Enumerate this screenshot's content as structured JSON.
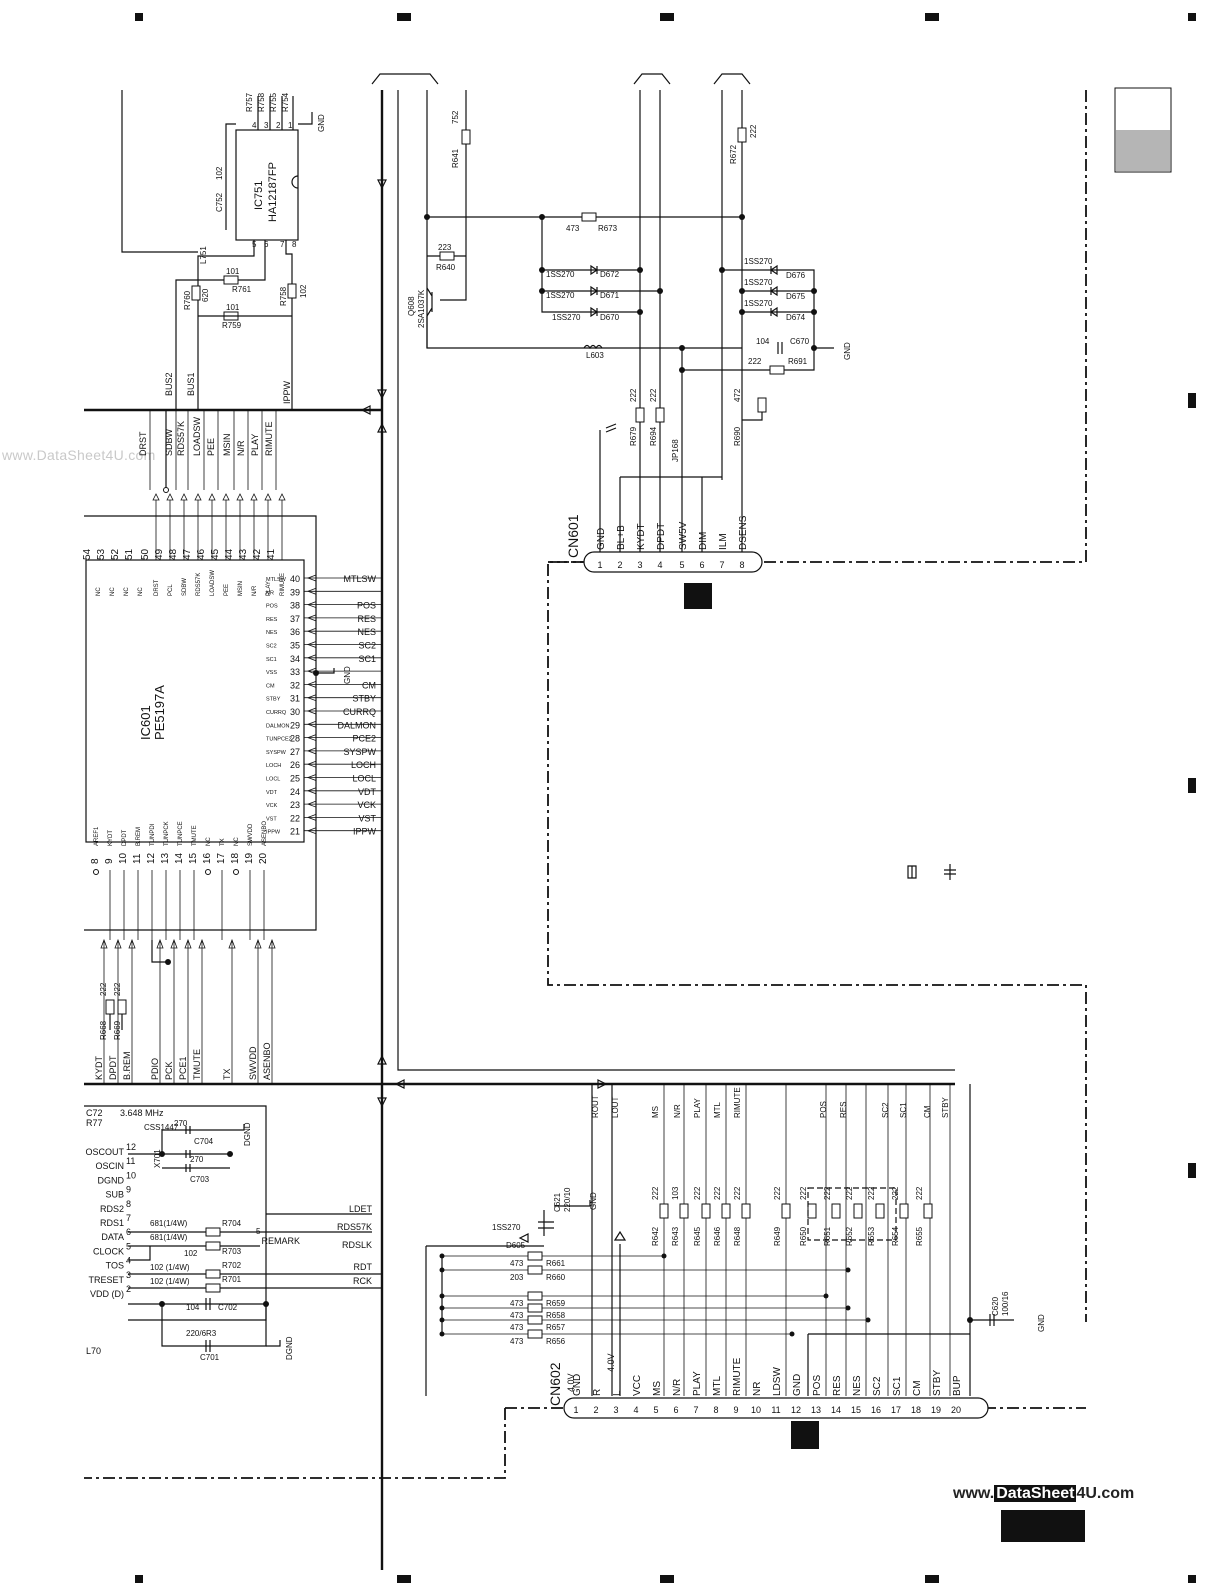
{
  "ic601": {
    "ref": "IC601",
    "part": "PE5197A",
    "pins_top": [
      {
        "n": "54",
        "name": "NC"
      },
      {
        "n": "53",
        "name": "NC"
      },
      {
        "n": "52",
        "name": "NC"
      },
      {
        "n": "51",
        "name": "NC"
      },
      {
        "n": "50",
        "name": "DRST"
      },
      {
        "n": "49",
        "name": "PCL"
      },
      {
        "n": "48",
        "name": "SDBW"
      },
      {
        "n": "47",
        "name": "RDS57K"
      },
      {
        "n": "46",
        "name": "LOADSW"
      },
      {
        "n": "45",
        "name": "PEE"
      },
      {
        "n": "44",
        "name": "MSIN"
      },
      {
        "n": "43",
        "name": "N/R"
      },
      {
        "n": "42",
        "name": "PLAY"
      },
      {
        "n": "41",
        "name": "RIMUTE"
      }
    ],
    "pins_right": [
      {
        "n": "40",
        "name": "MTLSW",
        "net": "MTLSW"
      },
      {
        "n": "39",
        "name": "NR",
        "net": ""
      },
      {
        "n": "38",
        "name": "POS",
        "net": "POS"
      },
      {
        "n": "37",
        "name": "RES",
        "net": "RES"
      },
      {
        "n": "36",
        "name": "NES",
        "net": "NES"
      },
      {
        "n": "35",
        "name": "SC2",
        "net": "SC2"
      },
      {
        "n": "34",
        "name": "SC1",
        "net": "SC1"
      },
      {
        "n": "33",
        "name": "VSS",
        "net": ""
      },
      {
        "n": "32",
        "name": "CM",
        "net": "CM"
      },
      {
        "n": "31",
        "name": "STBY",
        "net": "STBY"
      },
      {
        "n": "30",
        "name": "CURRQ",
        "net": "CURRQ"
      },
      {
        "n": "29",
        "name": "DALMON",
        "net": "DALMON"
      },
      {
        "n": "28",
        "name": "TUNPCE2",
        "net": "PCE2"
      },
      {
        "n": "27",
        "name": "SYSPW",
        "net": "SYSPW"
      },
      {
        "n": "26",
        "name": "LOCH",
        "net": "LOCH"
      },
      {
        "n": "25",
        "name": "LOCL",
        "net": "LOCL"
      },
      {
        "n": "24",
        "name": "VDT",
        "net": "VDT"
      },
      {
        "n": "23",
        "name": "VCK",
        "net": "VCK"
      },
      {
        "n": "22",
        "name": "VST",
        "net": "VST"
      },
      {
        "n": "21",
        "name": "IPPW",
        "net": "IPPW"
      }
    ],
    "pins_bottom": [
      {
        "n": "8",
        "name": "AREF1"
      },
      {
        "n": "9",
        "name": "KYDT"
      },
      {
        "n": "10",
        "name": "DPDT"
      },
      {
        "n": "11",
        "name": "B.REM"
      },
      {
        "n": "12",
        "name": "TUNPDI"
      },
      {
        "n": "13",
        "name": "TUNPCK"
      },
      {
        "n": "14",
        "name": "TUNPCE"
      },
      {
        "n": "15",
        "name": "TMUTE"
      },
      {
        "n": "16",
        "name": "NC"
      },
      {
        "n": "17",
        "name": "TX"
      },
      {
        "n": "18",
        "name": "NC"
      },
      {
        "n": "19",
        "name": "SWVDD"
      },
      {
        "n": "20",
        "name": "ASENBO"
      }
    ]
  },
  "bus_top_labels": [
    "DRST",
    "SDBW",
    "RDS57K",
    "LOADSW",
    "PEE",
    "MSIN",
    "N/R",
    "PLAY",
    "RIMUTE"
  ],
  "bus_lower_labels": [
    "KYDT",
    "DPDT",
    "B.REM",
    "PDIO",
    "PCK",
    "PCE1",
    "TMUTE",
    "TX",
    "SWVDD",
    "ASENBO"
  ],
  "ic751": {
    "ref": "IC751",
    "part": "HA12187FP"
  },
  "top_parts": [
    {
      "ref": "R757"
    },
    {
      "ref": "R758"
    },
    {
      "ref": "R755"
    },
    {
      "ref": "R754"
    },
    {
      "ref": "C752",
      "val": "102"
    },
    {
      "ref": "L751"
    },
    {
      "ref": "R761",
      "val": "101"
    },
    {
      "ref": "R760",
      "val": "620"
    },
    {
      "ref": "R759",
      "val": "101"
    },
    {
      "ref": "R758",
      "val": "102"
    },
    {
      "ref": "R641",
      "val": "752"
    },
    {
      "ref": "R640",
      "val": "223"
    },
    {
      "ref": "Q608",
      "val": "2SA1037K"
    },
    {
      "ref": "L603"
    },
    {
      "ref": "R673",
      "val": "473"
    },
    {
      "ref": "R672",
      "val": "222"
    },
    {
      "ref": "C670",
      "val": "104"
    },
    {
      "ref": "R691",
      "val": "222"
    },
    {
      "ref": "R679",
      "val": "222"
    },
    {
      "ref": "R694",
      "val": "222"
    },
    {
      "ref": "JP168"
    },
    {
      "ref": "R690",
      "val": "472"
    }
  ],
  "bus_names": [
    "BUS2",
    "BUS1",
    "IPPW"
  ],
  "gnd_label": "GND",
  "dgnd_label": "DGND",
  "diodes": [
    {
      "ref": "D672",
      "val": "1SS270"
    },
    {
      "ref": "D671",
      "val": "1SS270"
    },
    {
      "ref": "D670",
      "val": "1SS270"
    },
    {
      "ref": "D676",
      "val": "1SS270"
    },
    {
      "ref": "D675",
      "val": "1SS270"
    },
    {
      "ref": "D674",
      "val": "1SS270"
    }
  ],
  "cn601": {
    "ref": "CN601",
    "pins": [
      {
        "n": "1",
        "name": "GND"
      },
      {
        "n": "2",
        "name": "BL+B"
      },
      {
        "n": "3",
        "name": "KYDT"
      },
      {
        "n": "4",
        "name": "DPDT"
      },
      {
        "n": "5",
        "name": "SW5V"
      },
      {
        "n": "6",
        "name": "DIM"
      },
      {
        "n": "7",
        "name": "ILM"
      },
      {
        "n": "8",
        "name": "DSENS"
      }
    ]
  },
  "cn602": {
    "ref": "CN602",
    "pins": [
      {
        "n": "1",
        "name": "GND"
      },
      {
        "n": "2",
        "name": "R"
      },
      {
        "n": "3",
        "name": "L"
      },
      {
        "n": "4",
        "name": "VCC"
      },
      {
        "n": "5",
        "name": "MS"
      },
      {
        "n": "6",
        "name": "N/R"
      },
      {
        "n": "7",
        "name": "PLAY"
      },
      {
        "n": "8",
        "name": "MTL"
      },
      {
        "n": "9",
        "name": "RIMUTE"
      },
      {
        "n": "10",
        "name": "NR"
      },
      {
        "n": "11",
        "name": "LDSW"
      },
      {
        "n": "12",
        "name": "GND"
      },
      {
        "n": "13",
        "name": "POS"
      },
      {
        "n": "14",
        "name": "RES"
      },
      {
        "n": "15",
        "name": "NES"
      },
      {
        "n": "16",
        "name": "SC2"
      },
      {
        "n": "17",
        "name": "SC1"
      },
      {
        "n": "18",
        "name": "CM"
      },
      {
        "n": "19",
        "name": "STBY"
      },
      {
        "n": "20",
        "name": "BUP"
      }
    ],
    "voltages": [
      "4.0V",
      "4.0V"
    ],
    "bus_labels": [
      "ROUT",
      "LOUT",
      "MS",
      "N/R",
      "PLAY",
      "MTL",
      "RIMUTE",
      "POS",
      "RES",
      "SC2",
      "SC1",
      "CM",
      "STBY"
    ],
    "resistors": [
      {
        "ref": "R642",
        "val": "222"
      },
      {
        "ref": "R643",
        "val": "103"
      },
      {
        "ref": "R645",
        "val": "222"
      },
      {
        "ref": "R646",
        "val": "222"
      },
      {
        "ref": "R648",
        "val": "222"
      },
      {
        "ref": "R649",
        "val": "222"
      },
      {
        "ref": "R650",
        "val": "222"
      },
      {
        "ref": "R651",
        "val": "222"
      },
      {
        "ref": "R652",
        "val": "222"
      },
      {
        "ref": "R653",
        "val": "222"
      },
      {
        "ref": "R654",
        "val": "222"
      },
      {
        "ref": "R655",
        "val": "222"
      }
    ],
    "left_resistors": [
      {
        "ref": "R661",
        "val": "473"
      },
      {
        "ref": "R660",
        "val": "203"
      },
      {
        "ref": "R659",
        "val": "473"
      },
      {
        "ref": "R658",
        "val": "473"
      },
      {
        "ref": "R657",
        "val": "473"
      },
      {
        "ref": "R656",
        "val": "473"
      }
    ],
    "caps": [
      {
        "ref": "C621",
        "val": "220/10"
      },
      {
        "ref": "C620",
        "val": "100/16"
      }
    ],
    "diode": {
      "ref": "D605",
      "val": "1SS270"
    }
  },
  "clock_section": {
    "pins": [
      "OSCOUT",
      "OSCIN",
      "DGND",
      "SUB",
      "RDS2",
      "RDS1",
      "DATA",
      "CLOCK",
      "TOS",
      "TRESET",
      "VDD (D)"
    ],
    "pin_nums": [
      "12",
      "11",
      "10",
      "9",
      "8",
      "7",
      "6",
      "5",
      "4",
      "3",
      "2"
    ],
    "parts": [
      {
        "ref": "C72"
      },
      {
        "ref": "R77"
      },
      {
        "ref": "X701",
        "val": "CSS1447"
      },
      {
        "ref": "C704",
        "val": "270"
      },
      {
        "ref": "C703",
        "val": "270"
      },
      {
        "ref": "R704",
        "val": "681(1/4W)"
      },
      {
        "ref": "R703",
        "val": "681(1/4W)"
      },
      {
        "ref": "R702",
        "val": "102 (1/4W)"
      },
      {
        "ref": "R701",
        "val": "102 (1/4W)"
      },
      {
        "ref": "C702",
        "val": "104"
      },
      {
        "ref": "C701",
        "val": "220/6R3"
      },
      {
        "ref": "L70"
      }
    ],
    "freq": "3.648 MHz",
    "right_labels": [
      "LDET",
      "RDS57K",
      "REMARK",
      "RDSLK",
      "RDT",
      "RCK"
    ],
    "misc": [
      "102",
      "5"
    ]
  },
  "watermark": "www.DataSheet4U.com",
  "watermark2_pre": "www.",
  "watermark2_hl": "DataSheet",
  "watermark2_post": "4U.com"
}
